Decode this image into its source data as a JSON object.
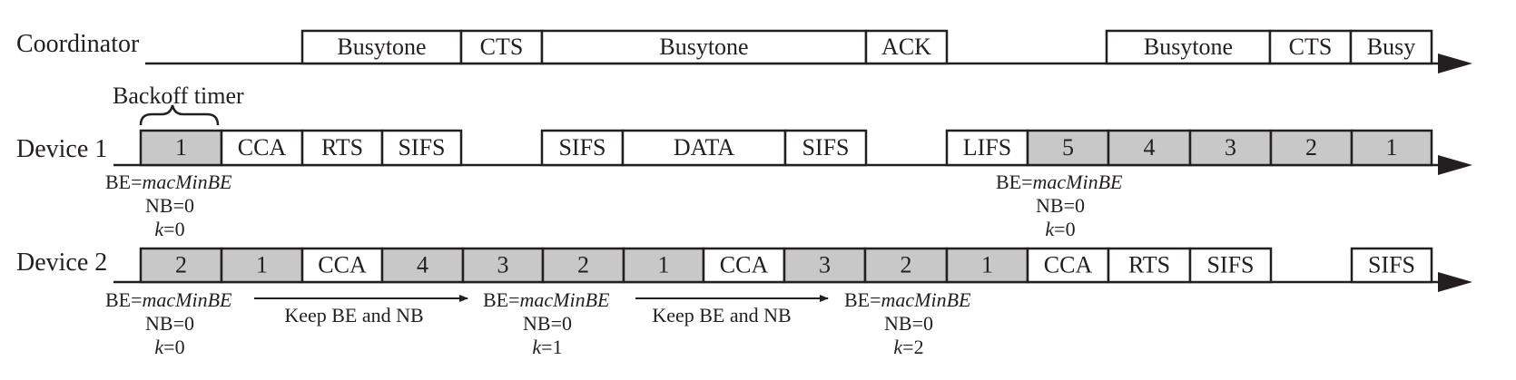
{
  "colors": {
    "ink": "#231f20",
    "backoff_fill": "#c8c8c8",
    "plain_fill": "#ffffff"
  },
  "rows": {
    "coordinator": {
      "label": "Coordinator",
      "slots": [
        {
          "text": "Busytone",
          "shaded": false
        },
        {
          "text": "CTS",
          "shaded": false
        },
        {
          "text": "Busytone",
          "shaded": false
        },
        {
          "text": "ACK",
          "shaded": false
        },
        {
          "text": "Busytone",
          "shaded": false
        },
        {
          "text": "CTS",
          "shaded": false
        },
        {
          "text": "Busy",
          "shaded": false
        }
      ]
    },
    "device1": {
      "label": "Device 1",
      "slots": [
        {
          "text": "1",
          "shaded": true
        },
        {
          "text": "CCA",
          "shaded": false
        },
        {
          "text": "RTS",
          "shaded": false
        },
        {
          "text": "SIFS",
          "shaded": false
        },
        {
          "text": "SIFS",
          "shaded": false
        },
        {
          "text": "DATA",
          "shaded": false
        },
        {
          "text": "SIFS",
          "shaded": false
        },
        {
          "text": "LIFS",
          "shaded": false
        },
        {
          "text": "5",
          "shaded": true
        },
        {
          "text": "4",
          "shaded": true
        },
        {
          "text": "3",
          "shaded": true
        },
        {
          "text": "2",
          "shaded": true
        },
        {
          "text": "1",
          "shaded": true
        }
      ],
      "annotations": [
        {
          "be_prefix": "BE=",
          "be_value": "macMinBE",
          "nb": "NB=0",
          "k_var": "k",
          "k_value": "=0"
        },
        {
          "be_prefix": "BE=",
          "be_value": "macMinBE",
          "nb": "NB=0",
          "k_var": "k",
          "k_value": "=0"
        }
      ]
    },
    "device2": {
      "label": "Device 2",
      "slots": [
        {
          "text": "2",
          "shaded": true
        },
        {
          "text": "1",
          "shaded": true
        },
        {
          "text": "CCA",
          "shaded": false
        },
        {
          "text": "4",
          "shaded": true
        },
        {
          "text": "3",
          "shaded": true
        },
        {
          "text": "2",
          "shaded": true
        },
        {
          "text": "1",
          "shaded": true
        },
        {
          "text": "CCA",
          "shaded": false
        },
        {
          "text": "3",
          "shaded": true
        },
        {
          "text": "2",
          "shaded": true
        },
        {
          "text": "1",
          "shaded": true
        },
        {
          "text": "CCA",
          "shaded": false
        },
        {
          "text": "RTS",
          "shaded": false
        },
        {
          "text": "SIFS",
          "shaded": false
        },
        {
          "text": "SIFS",
          "shaded": false
        }
      ],
      "annotations": [
        {
          "be_prefix": "BE=",
          "be_value": "macMinBE",
          "nb": "NB=0",
          "k_var": "k",
          "k_value": "=0"
        },
        {
          "be_prefix": "BE=",
          "be_value": "macMinBE",
          "nb": "NB=0",
          "k_var": "k",
          "k_value": "=1"
        },
        {
          "be_prefix": "BE=",
          "be_value": "macMinBE",
          "nb": "NB=0",
          "k_var": "k",
          "k_value": "=2"
        }
      ],
      "keep_labels": [
        "Keep BE and NB",
        "Keep BE and NB"
      ]
    }
  },
  "backoff_label": "Backoff timer"
}
